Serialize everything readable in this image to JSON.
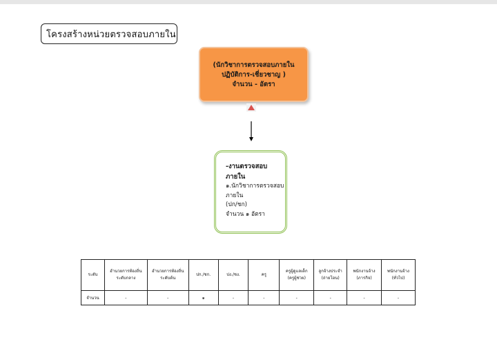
{
  "title": "โครงสร้างหน่วยตรวจสอบภายใน",
  "orange_box": {
    "line1": "(นักวิชาการตรวจสอบภายใน",
    "line2": "ปฏิบัติการ-เชี่ยวชาญ )",
    "line3": "จำนวน   -   อัตรา"
  },
  "green_box": {
    "line1": "-งานตรวจสอบ",
    "line2": "ภายใน",
    "line3": "๑.นักวิชาการตรวจสอบ",
    "line4": "ภายใน",
    "line5": "(ปก/ชก)",
    "line6": "จำนวน ๑ อัตรา"
  },
  "table": {
    "headers": [
      {
        "l1": "ระดับ",
        "l2": ""
      },
      {
        "l1": "อำนวยการท้องถิ่น",
        "l2": "ระดับกลาง"
      },
      {
        "l1": "อำนวยการท้องถิ่น",
        "l2": "ระดับต้น"
      },
      {
        "l1": "ปก./ชก.",
        "l2": ""
      },
      {
        "l1": "ปง./ชง.",
        "l2": ""
      },
      {
        "l1": "ครู",
        "l2": ""
      },
      {
        "l1": "ครูผู้ดูแลเด็ก",
        "l2": "(ครูผู้ช่วย)"
      },
      {
        "l1": "ลูกจ้างประจำ",
        "l2": "(ถ่ายโอน)"
      },
      {
        "l1": "พนักงานจ้าง",
        "l2": "(ภารกิจ)"
      },
      {
        "l1": "พนักงานจ้าง",
        "l2": "(ทั่วไป)"
      }
    ],
    "row": [
      "จำนวน",
      "-",
      "-",
      "๑",
      "-",
      "-",
      "-",
      "-",
      "-",
      "-"
    ]
  }
}
